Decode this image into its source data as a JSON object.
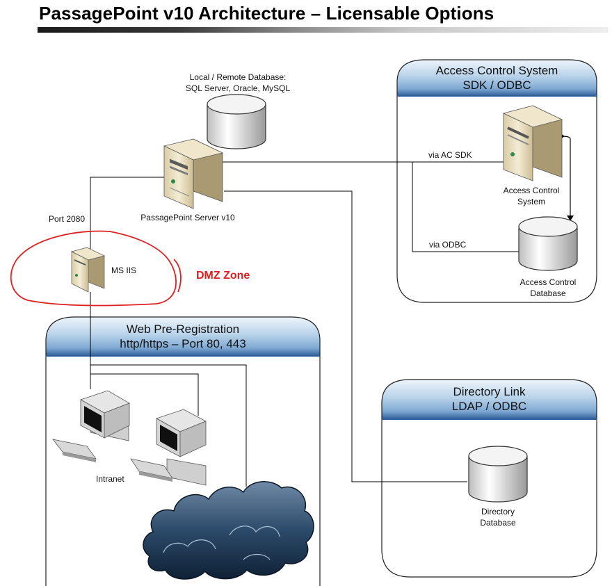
{
  "title": "PassagePoint v10 Architecture – Licensable Options",
  "database_note": {
    "line1": "Local / Remote Database:",
    "line2": "SQL Server, Oracle, MySQL"
  },
  "server_label": "PassagePoint Server v10",
  "port_label": "Port 2080",
  "iis_label": "MS IIS",
  "dmz_label": "DMZ Zone",
  "web_prereg": {
    "line1": "Web Pre-Registration",
    "line2": "http/https – Port 80, 443"
  },
  "intranet_label": "Intranet",
  "access_control": {
    "line1": "Access Control System",
    "line2": "SDK / ODBC",
    "sdk_link": "via AC SDK",
    "odbc_link": "via ODBC",
    "system_line1": "Access Control",
    "system_line2": "System",
    "db_line1": "Access Control",
    "db_line2": "Database"
  },
  "directory": {
    "line1": "Directory Link",
    "line2": "LDAP / ODBC",
    "db_line1": "Directory",
    "db_line2": "Database"
  },
  "colors": {
    "panel_top": "#2f5f9a",
    "panel_mid": "#9cc0e0",
    "dmz_red": "#e02020",
    "server_beige": "#e9dfc2"
  }
}
